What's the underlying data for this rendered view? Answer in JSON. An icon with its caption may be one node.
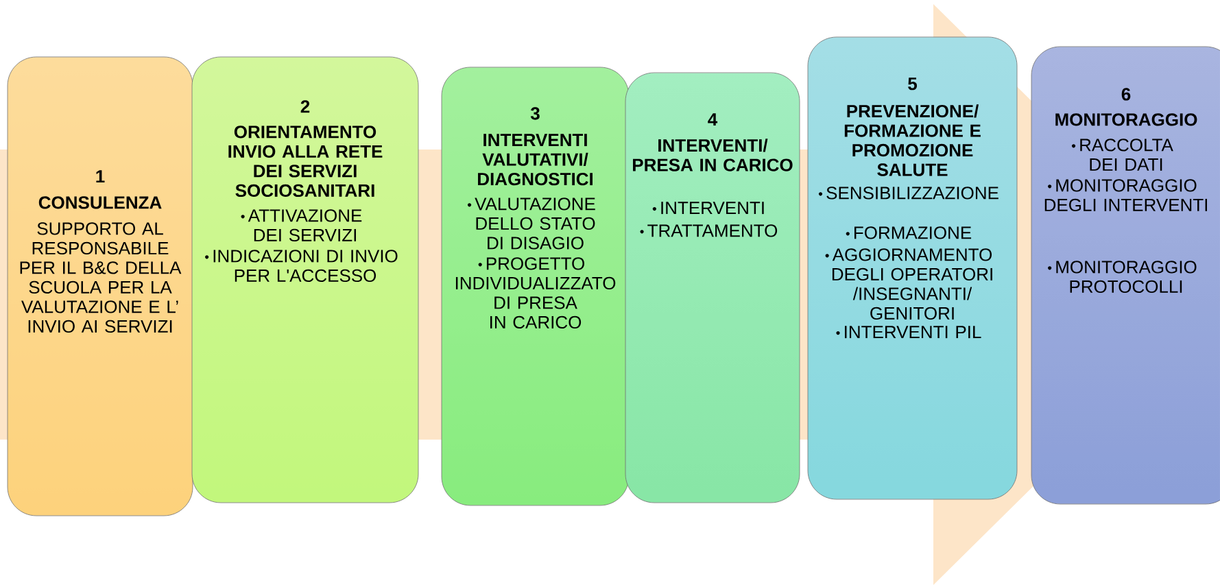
{
  "diagram": {
    "nodes": [
      {
        "text": [
          "1",
          "CONSULENZA",
          "SUPPORTO AL RESPONSABILE PER IL B&C DELLA SCUOLA PER LA VALUTAZIONE E L’ INVIO AI SERVIZI"
        ]
      },
      {
        "text": [
          "2",
          "ORIENTAMENTO INVIO ALLA RETE DEI SERVIZI SOCIOSANITARI",
          "ATTIVAZIONE DEI SERVIZI",
          "INDICAZIONI DI INVIO PER L'ACCESSO"
        ]
      },
      {
        "text": [
          "3",
          "INTERVENTI VALUTATIVI/ DIAGNOSTICI",
          "VALUTAZIONE DELLO STATO DI DISAGIO",
          "PROGETTO INDIVIDUALIZZATO DI PRESA IN CARICO"
        ]
      },
      {
        "text": [
          "4",
          "INTERVENTI/ PRESA IN CARICO",
          "INTERVENTI",
          "TRATTAMENTO"
        ]
      },
      {
        "text": [
          "5",
          "PREVENZIONE/ FORMAZIONE E PROMOZIONE SALUTE",
          "SENSIBILIZZAZIONE",
          "FORMAZIONE",
          "AGGIORNAMENTO DEGLI OPERATORI /INSEGNANTI/ GENITORI",
          "INTERVENTI PIL"
        ]
      },
      {
        "text": [
          "6",
          "MONITORAGGIO",
          "RACCOLTA DEI DATI",
          "MONITORAGGIO DEGLI INTERVENTI",
          "MONITORAGGIO PROTOCOLLI"
        ]
      }
    ],
    "edges": [
      {
        "from": 0,
        "to": 5,
        "arrow": "to"
      }
    ]
  }
}
